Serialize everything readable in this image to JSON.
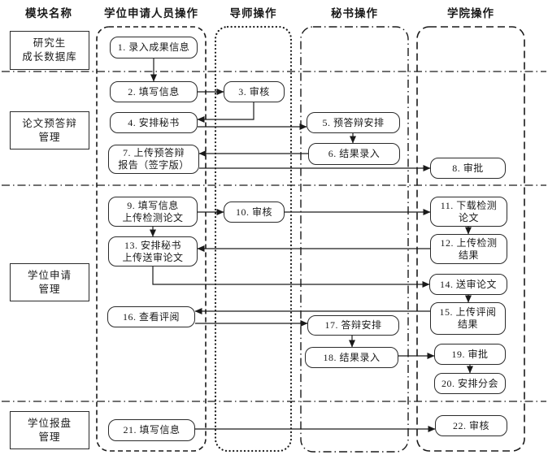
{
  "columns": [
    {
      "label": "模块名称"
    },
    {
      "label": "学位申请人员操作",
      "border_style": "dashed"
    },
    {
      "label": "导师操作",
      "border_style": "dotted"
    },
    {
      "label": "秘书操作",
      "border_style": "dash-dot"
    },
    {
      "label": "学院操作",
      "border_style": "dashed"
    }
  ],
  "modules": [
    {
      "label": "研究生\n成长数据库"
    },
    {
      "label": "论文预答辩\n管理"
    },
    {
      "label": "学位申请\n管理"
    },
    {
      "label": "学位报盘\n管理"
    }
  ],
  "nodes": [
    {
      "id": 1,
      "lane": "学位申请人员操作",
      "label": "1. 录入成果信息"
    },
    {
      "id": 2,
      "lane": "学位申请人员操作",
      "label": "2. 填写信息"
    },
    {
      "id": 3,
      "lane": "导师操作",
      "label": "3. 审核"
    },
    {
      "id": 4,
      "lane": "学位申请人员操作",
      "label": "4. 安排秘书"
    },
    {
      "id": 5,
      "lane": "秘书操作",
      "label": "5. 预答辩安排"
    },
    {
      "id": 6,
      "lane": "秘书操作",
      "label": "6. 结果录入"
    },
    {
      "id": 7,
      "lane": "学位申请人员操作",
      "label": "7. 上传预答辩\n报告（签字版）"
    },
    {
      "id": 8,
      "lane": "学院操作",
      "label": "8. 审批"
    },
    {
      "id": 9,
      "lane": "学位申请人员操作",
      "label": "9. 填写信息\n上传检测论文"
    },
    {
      "id": 10,
      "lane": "导师操作",
      "label": "10. 审核"
    },
    {
      "id": 11,
      "lane": "学院操作",
      "label": "11. 下载检测\n论文"
    },
    {
      "id": 12,
      "lane": "学院操作",
      "label": "12. 上传检测\n结果"
    },
    {
      "id": 13,
      "lane": "学位申请人员操作",
      "label": "13. 安排秘书\n上传送审论文"
    },
    {
      "id": 14,
      "lane": "学院操作",
      "label": "14. 送审论文"
    },
    {
      "id": 15,
      "lane": "学院操作",
      "label": "15. 上传评阅\n结果"
    },
    {
      "id": 16,
      "lane": "学位申请人员操作",
      "label": "16. 查看评阅"
    },
    {
      "id": 17,
      "lane": "秘书操作",
      "label": "17. 答辩安排"
    },
    {
      "id": 18,
      "lane": "秘书操作",
      "label": "18. 结果录入"
    },
    {
      "id": 19,
      "lane": "学院操作",
      "label": "19. 审批"
    },
    {
      "id": 20,
      "lane": "学院操作",
      "label": "20. 安排分会"
    },
    {
      "id": 21,
      "lane": "学位申请人员操作",
      "label": "21. 填写信息"
    },
    {
      "id": 22,
      "lane": "学院操作",
      "label": "22. 审核"
    }
  ],
  "edges": [
    {
      "from": 1,
      "to": 2
    },
    {
      "from": 2,
      "to": 3
    },
    {
      "from": 3,
      "to": 4
    },
    {
      "from": 4,
      "to": 5
    },
    {
      "from": 5,
      "to": 6
    },
    {
      "from": 6,
      "to": 7
    },
    {
      "from": 7,
      "to": 8
    },
    {
      "from": 9,
      "to": 10
    },
    {
      "from": 9,
      "to": 13
    },
    {
      "from": 10,
      "to": 11
    },
    {
      "from": 11,
      "to": 12
    },
    {
      "from": 12,
      "to": 13
    },
    {
      "from": 13,
      "to": 14
    },
    {
      "from": 14,
      "to": 15
    },
    {
      "from": 15,
      "to": 16
    },
    {
      "from": 16,
      "to": 17
    },
    {
      "from": 17,
      "to": 18
    },
    {
      "from": 18,
      "to": 19
    },
    {
      "from": 19,
      "to": 20
    },
    {
      "from": 21,
      "to": 22
    }
  ],
  "colors": {
    "ink": "#1a1a1a",
    "background": "#ffffff"
  }
}
